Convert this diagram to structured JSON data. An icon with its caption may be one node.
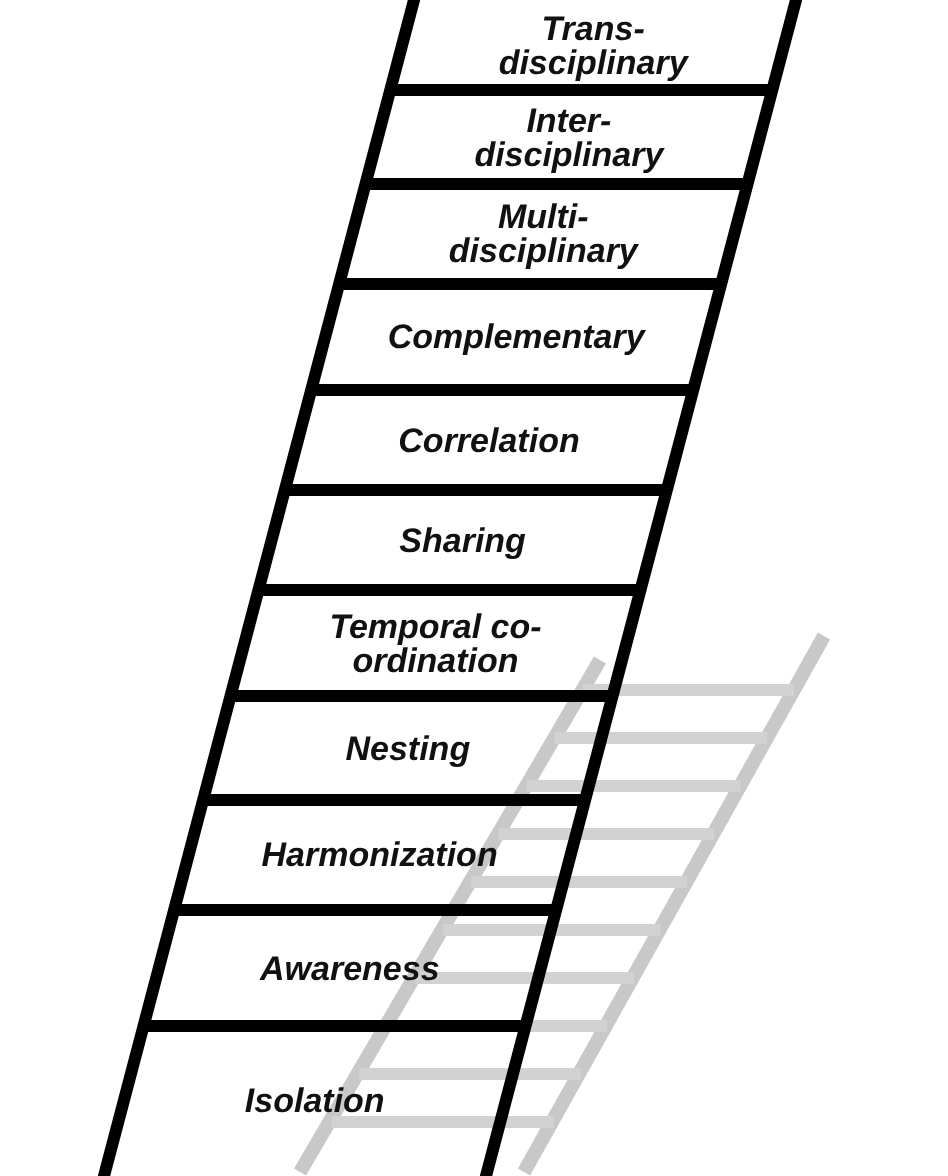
{
  "diagram": {
    "nodes": [
      {
        "text": [
          "Trans- disciplinary"
        ]
      },
      {
        "text": [
          "Inter- disciplinary"
        ]
      },
      {
        "text": [
          "Multi- disciplinary"
        ]
      },
      {
        "text": [
          "Complementary"
        ]
      },
      {
        "text": [
          "Correlation"
        ]
      },
      {
        "text": [
          "Sharing"
        ]
      },
      {
        "text": [
          "Temporal co-ordination"
        ]
      },
      {
        "text": [
          "Nesting"
        ]
      },
      {
        "text": [
          "Harmonization"
        ]
      },
      {
        "text": [
          "Awareness"
        ]
      },
      {
        "text": [
          "Isolation"
        ]
      }
    ]
  }
}
